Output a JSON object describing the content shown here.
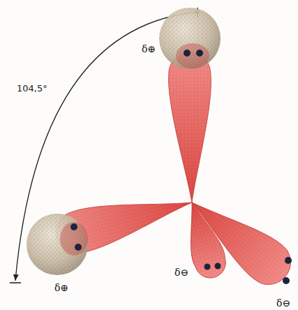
{
  "diagram": {
    "labels": [
      "104,5°",
      "δ⊕",
      "δ⊕",
      "δ⊖",
      "δ⊖"
    ]
  }
}
